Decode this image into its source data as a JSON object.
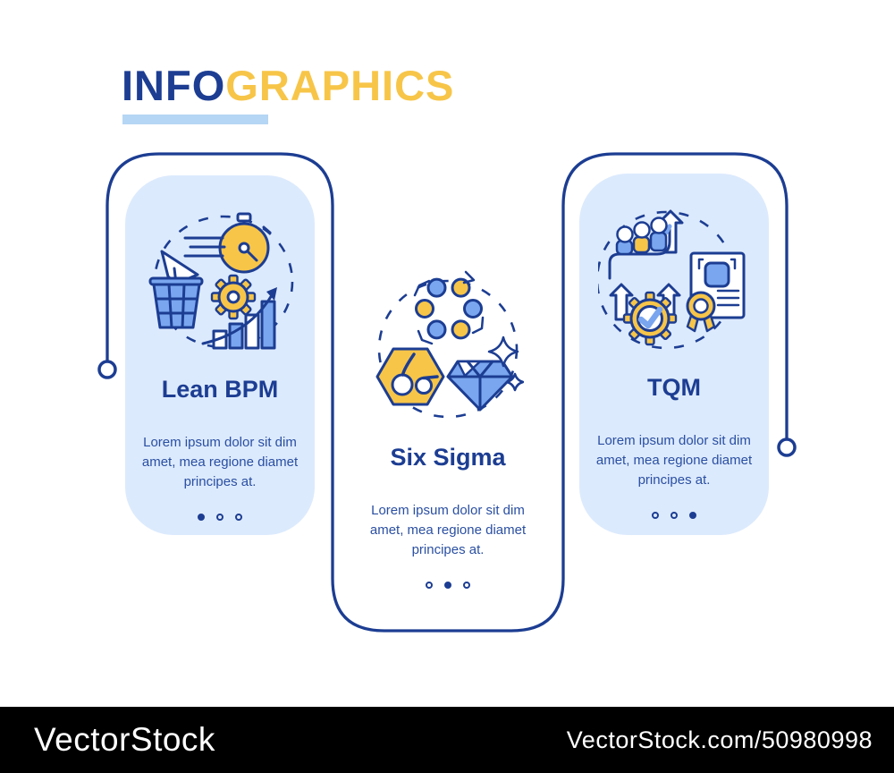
{
  "header": {
    "title_primary": "INFO",
    "title_secondary": "GRAPHICS"
  },
  "cards": [
    {
      "title": "Lean BPM",
      "description": "Lorem ipsum dolor sit dim amet, mea regione diamet principes at.",
      "icon": "lean-bpm-illustration",
      "active_dot": 0,
      "dot_count": 3,
      "background": "#dceafd"
    },
    {
      "title": "Six Sigma",
      "description": "Lorem ipsum dolor sit dim amet, mea regione diamet principes at.",
      "icon": "six-sigma-illustration",
      "active_dot": 1,
      "dot_count": 3,
      "background": "#ffffff"
    },
    {
      "title": "TQM",
      "description": "Lorem ipsum dolor sit dim amet, mea regione diamet principes at.",
      "icon": "tqm-illustration",
      "active_dot": 2,
      "dot_count": 3,
      "background": "#dceafd"
    }
  ],
  "colors": {
    "navy": "#1c3d92",
    "yellow": "#f7c548",
    "mid_blue": "#7aa6ef",
    "card_blue": "#dceafd",
    "underline_blue": "#b5d6f4",
    "body_text": "#2a4fa2"
  },
  "watermark": {
    "brand": "VectorStock",
    "credit": "VectorStock.com/50980998"
  }
}
